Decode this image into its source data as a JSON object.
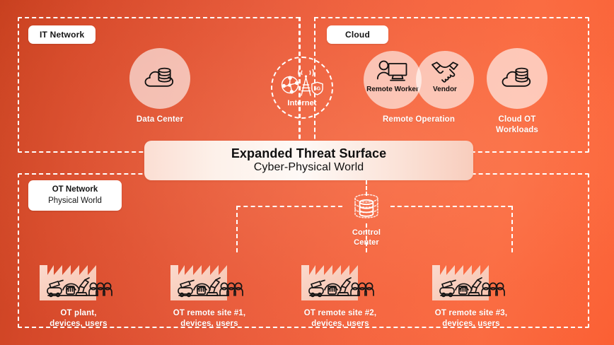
{
  "diagram": {
    "title": "Expanded Threat Surface - Cyber-Physical World",
    "colors": {
      "bg_left": "#c8401f",
      "bg_right": "#fb5f33",
      "line": "#ffffff",
      "node_fill": "rgba(255,255,255,0.62)",
      "banner_light": "#fef9f6",
      "banner_pink": "#f8cdbd",
      "text_light": "#ffffff",
      "text_dark": "#101010"
    }
  },
  "zones": {
    "it": {
      "label": "IT Network"
    },
    "cloud": {
      "label": "Cloud"
    },
    "ot": {
      "label_line1": "OT Network",
      "label_line2": "Physical World"
    }
  },
  "banner": {
    "line1": "Expanded Threat Surface",
    "line2": "Cyber-Physical World"
  },
  "nodes": {
    "data_center": {
      "label": "Data Center",
      "icon": "cloud-database-icon"
    },
    "internet": {
      "label": "Internet",
      "icon": "internet-tower-5g-icon",
      "shield_text": "5G"
    },
    "remote_operation": {
      "label": "Remote Operation",
      "left": {
        "label": "Remote Worker",
        "icon": "remote-worker-icon"
      },
      "right": {
        "label": "Vendor",
        "icon": "handshake-icon"
      }
    },
    "cloud_ot_workloads": {
      "label_line1": "Cloud OT",
      "label_line2": "Workloads",
      "icon": "cloud-database-icon"
    },
    "control_center": {
      "label": "Control Center",
      "icon": "database-cylinder-icon"
    }
  },
  "plants": [
    {
      "id": "ot-plant",
      "line1": "OT plant,",
      "line2": "devices, users",
      "icon": "factory-icon"
    },
    {
      "id": "ot-remote-site-1",
      "line1": "OT remote site #1,",
      "line2": "devices, users",
      "icon": "factory-icon"
    },
    {
      "id": "ot-remote-site-2",
      "line1": "OT remote site #2,",
      "line2": "devices, users",
      "icon": "factory-icon"
    },
    {
      "id": "ot-remote-site-3",
      "line1": "OT remote site #3,",
      "line2": "devices, users",
      "icon": "factory-icon"
    }
  ]
}
